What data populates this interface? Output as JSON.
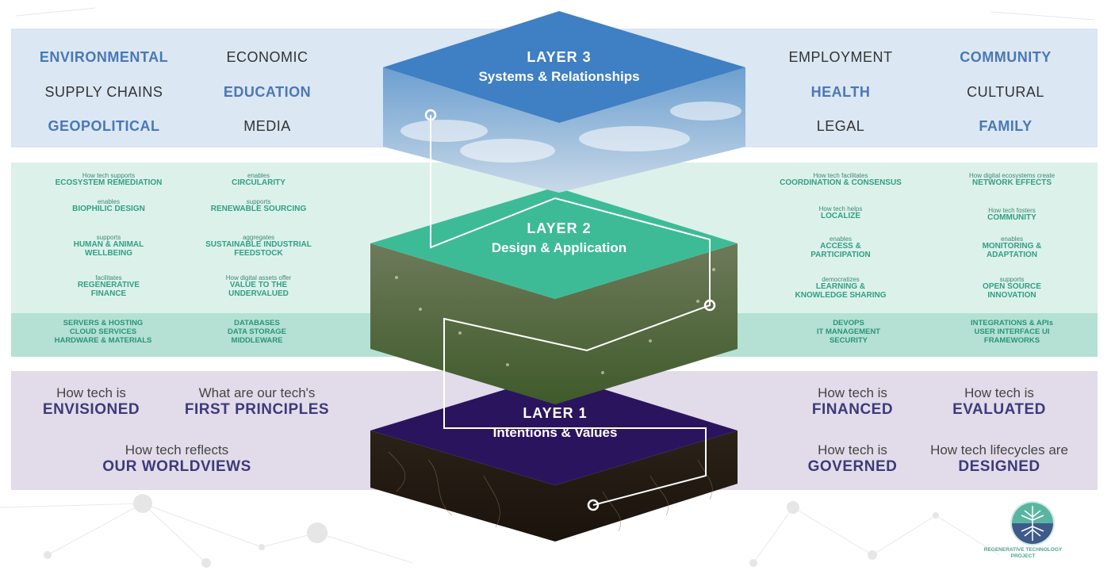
{
  "layer3": {
    "number": "LAYER 3",
    "subtitle": "Systems & Relationships",
    "left": [
      {
        "text": "ENVIRONMENTAL",
        "bold": true
      },
      {
        "text": "ECONOMIC",
        "bold": false
      },
      {
        "text": "SUPPLY CHAINS",
        "bold": false
      },
      {
        "text": "EDUCATION",
        "bold": true
      },
      {
        "text": "GEOPOLITICAL",
        "bold": true
      },
      {
        "text": "MEDIA",
        "bold": false
      }
    ],
    "right": [
      {
        "text": "EMPLOYMENT",
        "bold": false
      },
      {
        "text": "COMMUNITY",
        "bold": true
      },
      {
        "text": "HEALTH",
        "bold": true
      },
      {
        "text": "CULTURAL",
        "bold": false
      },
      {
        "text": "LEGAL",
        "bold": false
      },
      {
        "text": "FAMILY",
        "bold": true
      }
    ]
  },
  "layer2": {
    "number": "LAYER 2",
    "subtitle": "Design & Application",
    "left": [
      {
        "pre": "How tech supports",
        "title": "ECOSYSTEM REMEDIATION"
      },
      {
        "pre": "enables",
        "title": "CIRCULARITY"
      },
      {
        "pre": "enables",
        "title": "BIOPHILIC DESIGN"
      },
      {
        "pre": "supports",
        "title": "RENEWABLE SOURCING"
      },
      {
        "pre": "supports",
        "title": "HUMAN & ANIMAL\nWELLBEING"
      },
      {
        "pre": "aggregates",
        "title": "SUSTAINABLE INDUSTRIAL\nFEEDSTOCK"
      },
      {
        "pre": "facilitates",
        "title": "REGENERATIVE\nFINANCE"
      },
      {
        "pre": "How digital assets offer",
        "title": "VALUE TO THE\nUNDERVALUED"
      }
    ],
    "right": [
      {
        "pre": "How tech facilitates",
        "title": "COORDINATION & CONSENSUS"
      },
      {
        "pre": "How digital ecosystems create",
        "title": "NETWORK EFFECTS"
      },
      {
        "pre": "How tech helps",
        "title": "LOCALIZE"
      },
      {
        "pre": "How tech fosters",
        "title": "COMMUNITY"
      },
      {
        "pre": "enables",
        "title": "ACCESS &\nPARTICIPATION"
      },
      {
        "pre": "enables",
        "title": "MONITORING &\nADAPTATION"
      },
      {
        "pre": "democratizes",
        "title": "LEARNING &\nKNOWLEDGE SHARING"
      },
      {
        "pre": "supports",
        "title": "OPEN SOURCE\nINNOVATION"
      }
    ],
    "infra_left": [
      "SERVERS & HOSTING\nCLOUD SERVICES\nHARDWARE & MATERIALS",
      "DATABASES\nDATA STORAGE\nMIDDLEWARE"
    ],
    "infra_right": [
      "DEVOPS\nIT MANAGEMENT\nSECURITY",
      "INTEGRATIONS & APIs\nUSER INTERFACE UI\nFRAMEWORKS"
    ]
  },
  "layer1": {
    "number": "LAYER 1",
    "subtitle": "Intentions & Values",
    "left": [
      {
        "pre": "How tech is",
        "title": "ENVISIONED"
      },
      {
        "pre": "What are our tech's",
        "title": "FIRST PRINCIPLES"
      },
      {
        "pre": "How tech reflects",
        "title": "OUR WORLDVIEWS"
      }
    ],
    "right": [
      {
        "pre": "How tech is",
        "title": "FINANCED"
      },
      {
        "pre": "How tech is",
        "title": "EVALUATED"
      },
      {
        "pre": "How tech is",
        "title": "GOVERNED"
      },
      {
        "pre": "How tech lifecycles are",
        "title": "DESIGNED"
      }
    ]
  },
  "logo": {
    "icon": "tree-roots-logo-icon",
    "text": "REGENERATIVE TECHNOLOGY\nPROJECT"
  },
  "colors": {
    "layer3_band": "#dbe7f3",
    "layer2_band": "#ddf1eb",
    "layer1_band": "#e2dcea",
    "layer3_top": "#3f7fc4",
    "layer2_top": "#3dbb96",
    "layer1_top": "#2b145e"
  }
}
